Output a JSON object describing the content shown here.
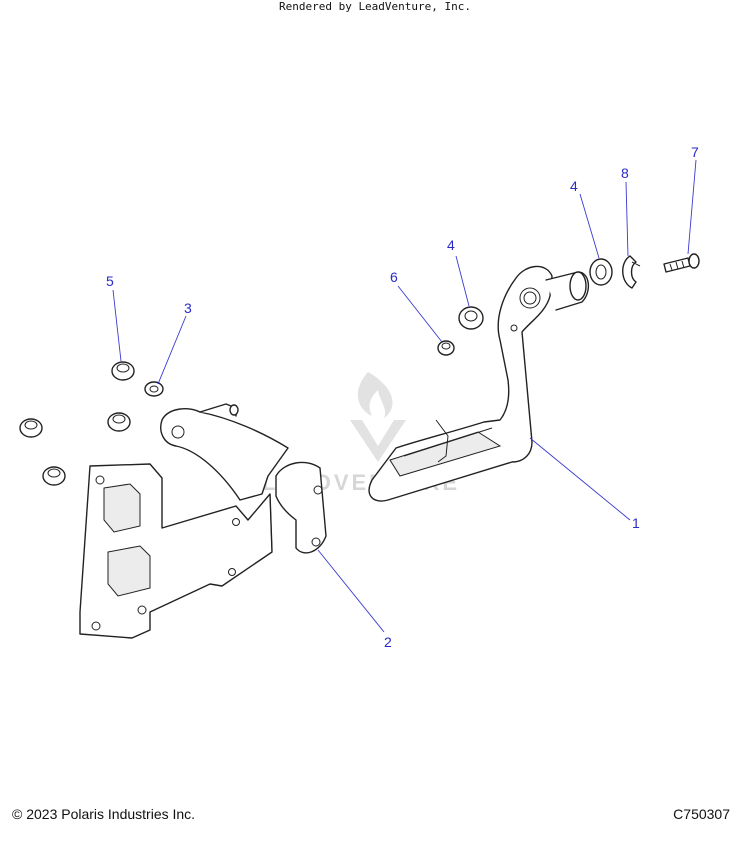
{
  "callouts": [
    {
      "id": "1",
      "label": "1"
    },
    {
      "id": "2",
      "label": "2"
    },
    {
      "id": "3",
      "label": "3"
    },
    {
      "id": "4a",
      "label": "4"
    },
    {
      "id": "4b",
      "label": "4"
    },
    {
      "id": "5",
      "label": "5"
    },
    {
      "id": "6",
      "label": "6"
    },
    {
      "id": "7",
      "label": "7"
    },
    {
      "id": "8",
      "label": "8"
    }
  ],
  "watermark": {
    "text": "LEADVENTURE",
    "icon": "leadventure-logo-icon"
  },
  "footer": {
    "copyright": "© 2023 Polaris Industries Inc.",
    "drawing_number": "C750307",
    "rendered_by": "Rendered by LeadVenture, Inc."
  }
}
